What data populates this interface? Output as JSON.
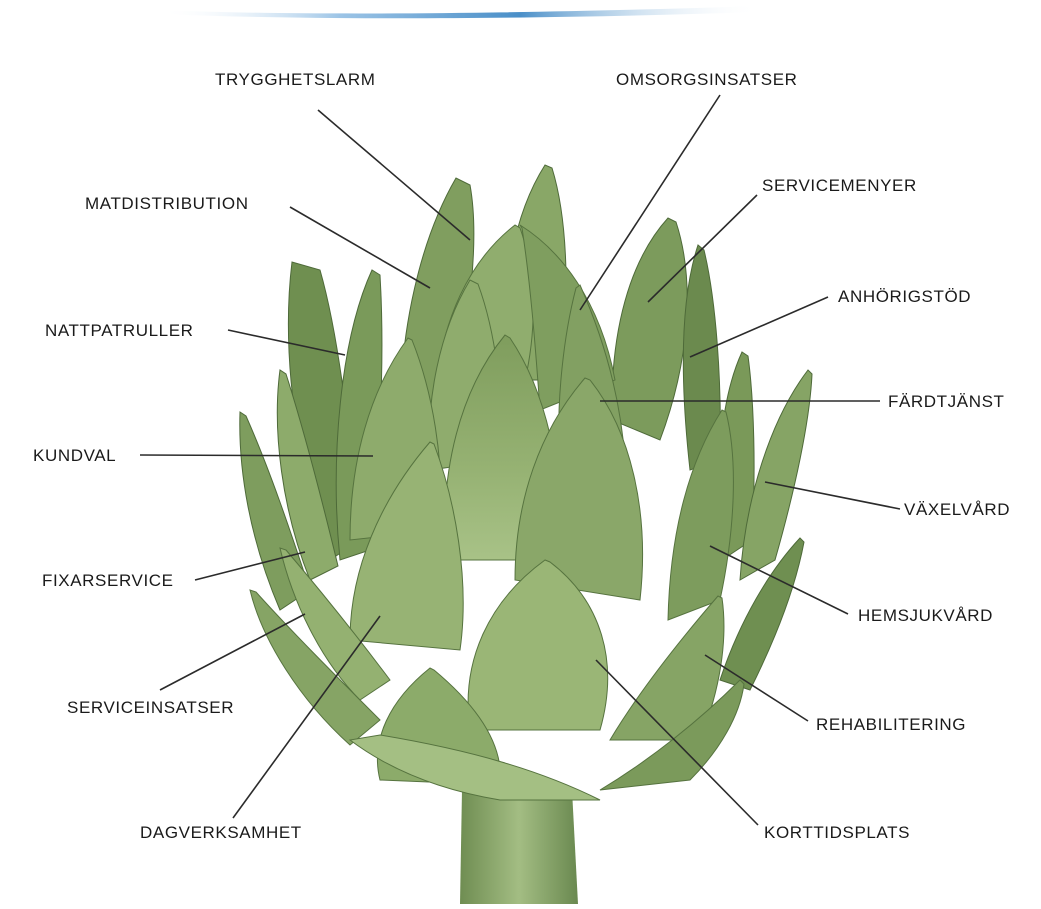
{
  "labels": {
    "trygghetslarm": "TRYGGHETSLARM",
    "omsorgsinsatser": "OMSORGSINSATSER",
    "matdistribution": "MATDISTRIBUTION",
    "servicemenyer": "SERVICEMENYER",
    "nattpatruller": "NATTPATRULLER",
    "anhorigstod": "ANHÖRIGSTÖD",
    "fardtjanst": "FÄRDTJÄNST",
    "kundval": "KUNDVAL",
    "vaxelvard": "VÄXELVÅRD",
    "fixarservice": "FIXARSERVICE",
    "hemsjukvard": "HEMSJUKVÅRD",
    "serviceinsatser": "SERVICEINSATSER",
    "rehabilitering": "REHABILITERING",
    "dagverksamhet": "DAGVERKSAMHET",
    "korttidsplats": "KORTTIDSPLATS"
  },
  "colors": {
    "leaf_light": "#9cb878",
    "leaf_mid": "#86a565",
    "leaf_dark": "#5f7d45",
    "leaf_shadow": "#4a6436",
    "leader_line": "#2b2b2b",
    "banner_blue": "#4a8fc8"
  }
}
